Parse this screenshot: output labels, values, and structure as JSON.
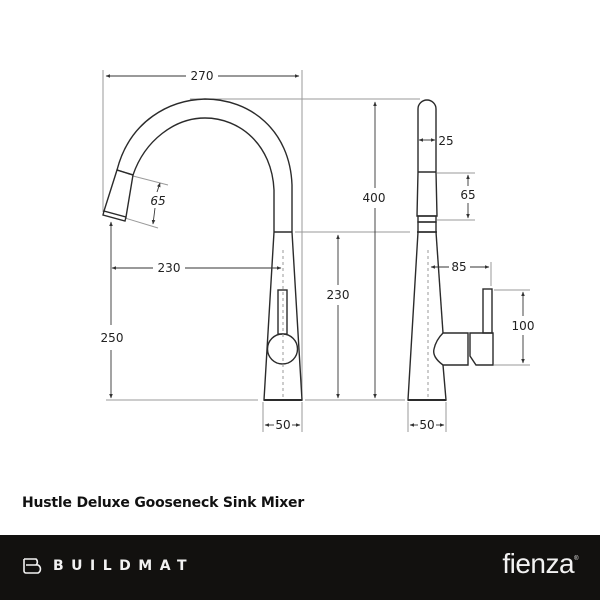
{
  "product": {
    "title": "Hustle Deluxe Gooseneck Sink Mixer"
  },
  "front_view": {
    "dimensions": {
      "spout_reach": "270",
      "head_length": "65",
      "outlet_to_center": "230",
      "outlet_height": "250",
      "body_height": "230",
      "overall_height": "400",
      "base_width": "50"
    }
  },
  "side_view": {
    "dimensions": {
      "spout_diameter": "25",
      "head_length": "65",
      "handle_reach": "85",
      "handle_height": "100",
      "base_width": "50"
    }
  },
  "footer": {
    "left_brand": "BUILDMAT",
    "left_brand_icon": "buildmat-logo-icon",
    "right_brand": "fienza",
    "right_brand_mark": "®",
    "background": "#12110f"
  },
  "colors": {
    "line": "#2b2b2b",
    "dimension_line": "#8c8c8c",
    "text": "#222222"
  }
}
